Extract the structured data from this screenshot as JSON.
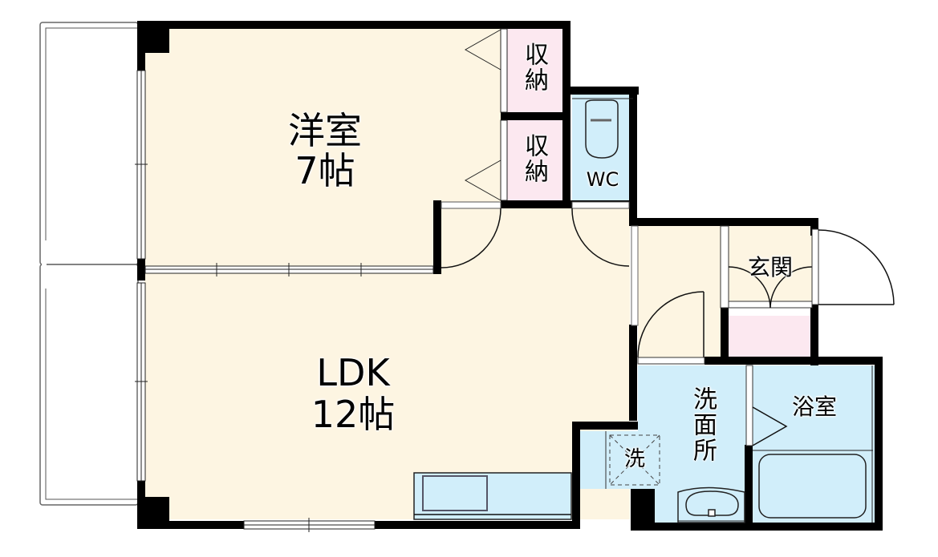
{
  "floorplan": {
    "rooms": {
      "western_room": {
        "name": "洋室",
        "size": "7帖"
      },
      "ldk": {
        "name": "LDK",
        "size": "12帖"
      },
      "storage_upper": {
        "name": "収納"
      },
      "storage_lower": {
        "name": "収納"
      },
      "toilet": {
        "name": "WC"
      },
      "entrance": {
        "name": "玄関"
      },
      "washroom": {
        "name": "洗面所"
      },
      "washer": {
        "name": "洗"
      },
      "bathroom": {
        "name": "浴室"
      }
    },
    "colors": {
      "room_floor": "#fdf5e2",
      "wet_area": "#d1eefa",
      "storage": "#fce8f0",
      "wall": "#000000",
      "balcony": "#ffffff"
    }
  }
}
